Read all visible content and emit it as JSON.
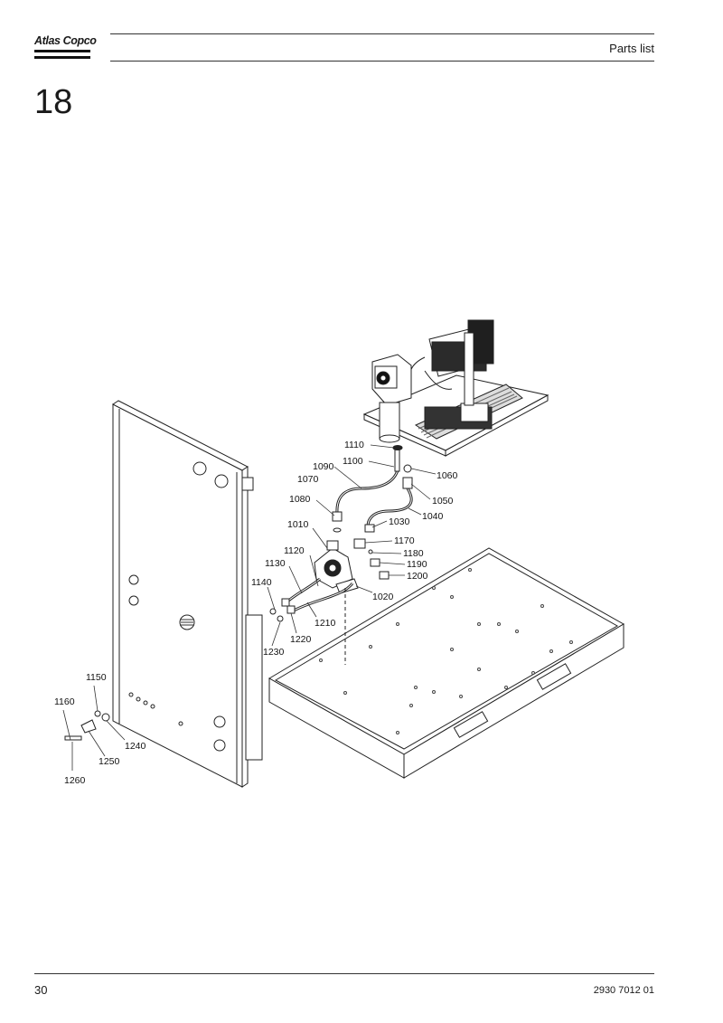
{
  "header": {
    "brand": "Atlas Copco",
    "title": "Parts list",
    "section_number": "18"
  },
  "drawing": {
    "callouts": [
      {
        "id": "c1110",
        "label": "1110"
      },
      {
        "id": "c1100",
        "label": "1100"
      },
      {
        "id": "c1060",
        "label": "1060"
      },
      {
        "id": "c1090",
        "label": "1090"
      },
      {
        "id": "c1070",
        "label": "1070"
      },
      {
        "id": "c1050",
        "label": "1050"
      },
      {
        "id": "c1080",
        "label": "1080"
      },
      {
        "id": "c1040",
        "label": "1040"
      },
      {
        "id": "c1030",
        "label": "1030"
      },
      {
        "id": "c1010",
        "label": "1010"
      },
      {
        "id": "c1170",
        "label": "1170"
      },
      {
        "id": "c1120",
        "label": "1120"
      },
      {
        "id": "c1180",
        "label": "1180"
      },
      {
        "id": "c1130",
        "label": "1130"
      },
      {
        "id": "c1190",
        "label": "1190"
      },
      {
        "id": "c1200",
        "label": "1200"
      },
      {
        "id": "c1140",
        "label": "1140"
      },
      {
        "id": "c1020",
        "label": "1020"
      },
      {
        "id": "c1210",
        "label": "1210"
      },
      {
        "id": "c1220",
        "label": "1220"
      },
      {
        "id": "c1230",
        "label": "1230"
      },
      {
        "id": "c1150",
        "label": "1150"
      },
      {
        "id": "c1160",
        "label": "1160"
      },
      {
        "id": "c1240",
        "label": "1240"
      },
      {
        "id": "c1250",
        "label": "1250"
      },
      {
        "id": "c1260",
        "label": "1260"
      }
    ]
  },
  "footer": {
    "page_number": "30",
    "document_number": "2930 7012 01"
  }
}
